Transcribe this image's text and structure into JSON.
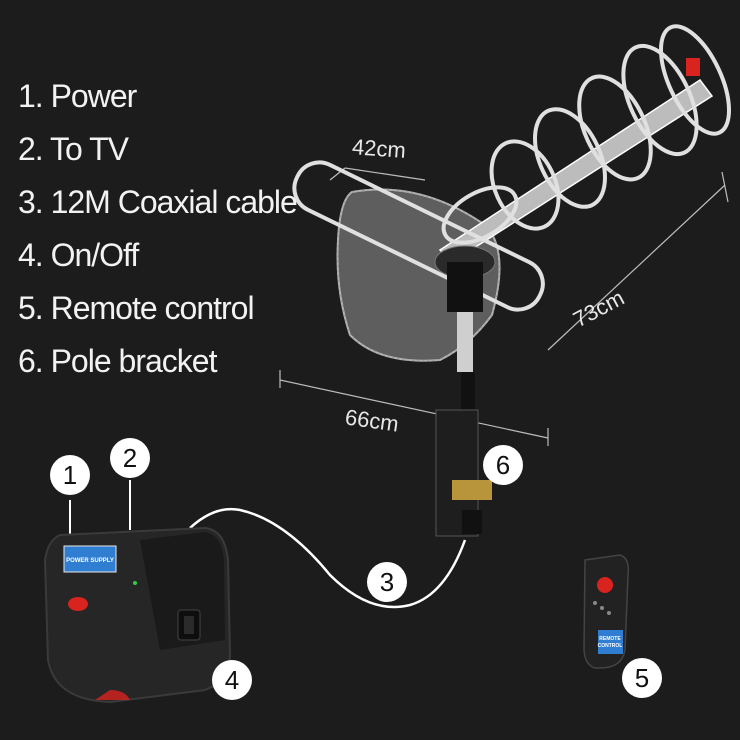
{
  "legend": {
    "items": [
      "1. Power",
      "2. To TV",
      "3. 12M Coaxial cable",
      "4. On/Off",
      "5. Remote control",
      "6. Pole bracket"
    ]
  },
  "dimensions": {
    "width_top": "42cm",
    "depth": "73cm",
    "width_bottom": "66cm"
  },
  "callouts": {
    "power": "1",
    "to_tv": "2",
    "cable": "3",
    "on_off": "4",
    "remote": "5",
    "bracket": "6"
  },
  "power_supply": {
    "label": "POWER SUPPLY"
  },
  "remote_control": {
    "label_line1": "REMOTE",
    "label_line2": "CONTROL"
  },
  "colors": {
    "background": "#1c1c1c",
    "text": "#f2f2f2",
    "button_red": "#d9231f",
    "label_blue": "#2f7ed1"
  }
}
